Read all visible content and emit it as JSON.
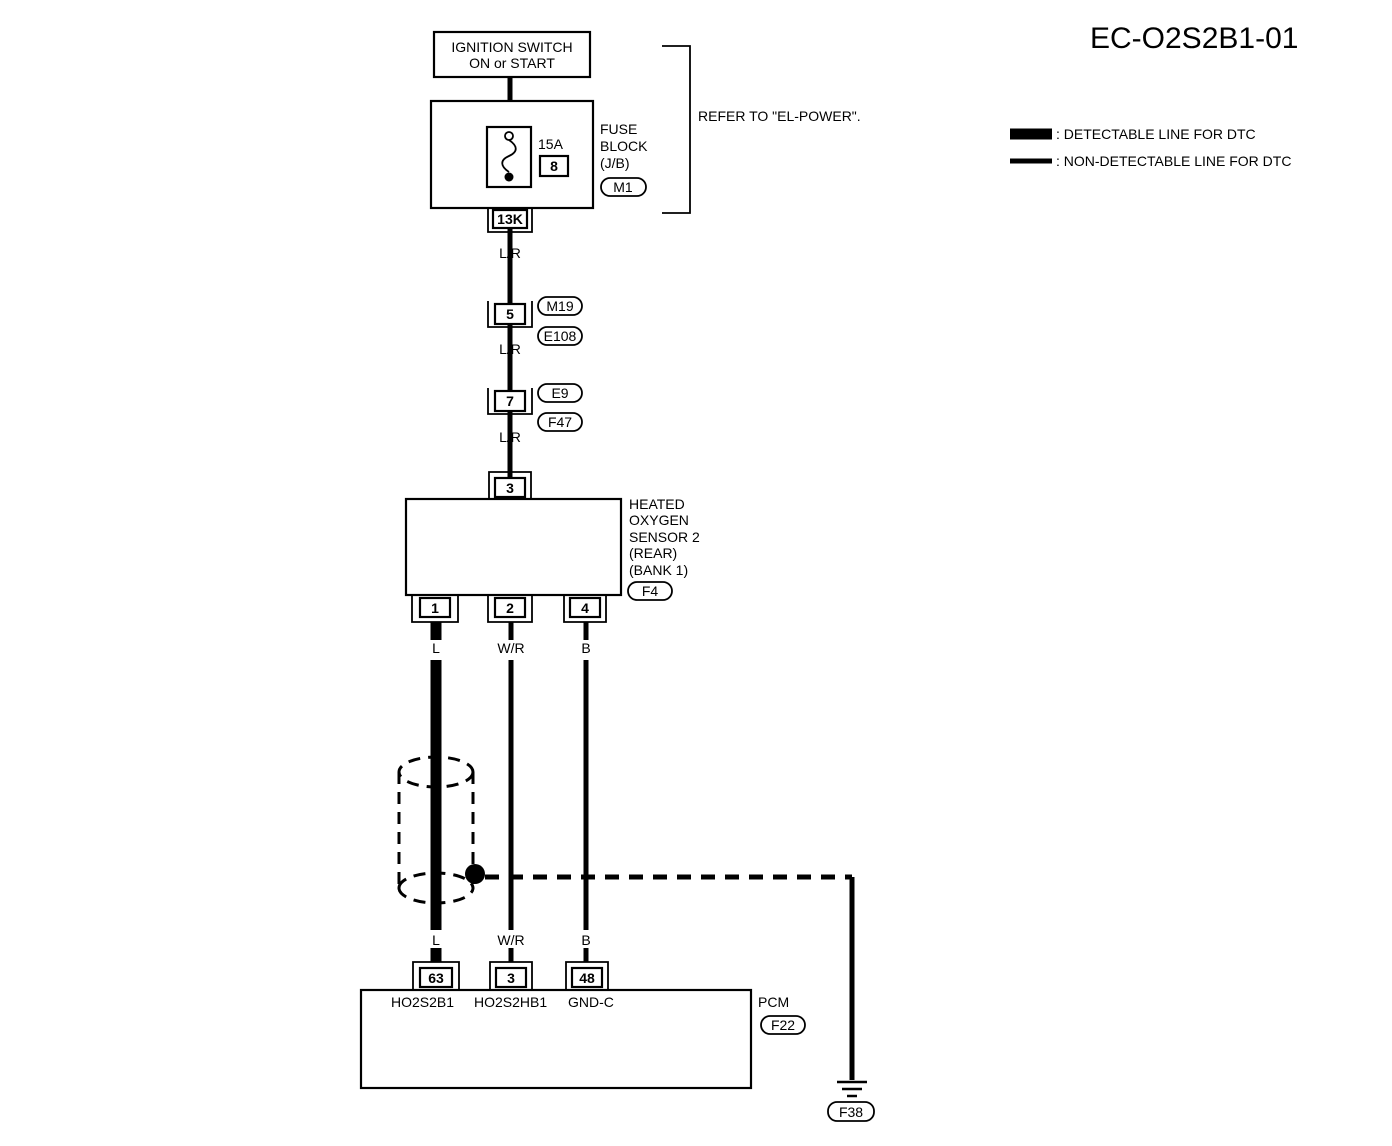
{
  "diagram_id": "EC-O2S2B1-01",
  "legend": {
    "detectable": ": DETECTABLE LINE FOR DTC",
    "non_detectable": ": NON-DETECTABLE LINE FOR DTC"
  },
  "ignition_switch": {
    "line1": "IGNITION SWITCH",
    "line2": "ON or  START"
  },
  "fuse_block": {
    "label_line1": "FUSE",
    "label_line2": "BLOCK",
    "label_line3": "(J/B)",
    "connector": "M1",
    "fuse_rating": "15A",
    "fuse_number": "8",
    "terminal": "13K",
    "refer": "REFER TO \"EL-POWER\"."
  },
  "wire_lr": {
    "color_1": "L/R",
    "color_2": "L/R",
    "color_3": "L/R"
  },
  "joint_1": {
    "pin": "5",
    "conn_top": "M19",
    "conn_bottom": "E108"
  },
  "joint_2": {
    "pin": "7",
    "conn_top": "E9",
    "conn_bottom": "F47"
  },
  "sensor": {
    "line1": "HEATED",
    "line2": "OXYGEN",
    "line3": "SENSOR 2",
    "line4": "(REAR)",
    "line5": "(BANK 1)",
    "connector": "F4",
    "pin_top": "3",
    "pin_1": "1",
    "pin_2": "2",
    "pin_4": "4"
  },
  "wires": {
    "a_top": "L",
    "b_top": "W/R",
    "c_top": "B",
    "a_bottom": "L",
    "b_bottom": "W/R",
    "c_bottom": "B"
  },
  "pcm": {
    "label": "PCM",
    "connector": "F22",
    "pin_a": "63",
    "pin_b": "3",
    "pin_c": "48",
    "term_a": "HO2S2B1",
    "term_b": "HO2S2HB1",
    "term_c": "GND-C"
  },
  "ground": {
    "connector": "F38"
  }
}
